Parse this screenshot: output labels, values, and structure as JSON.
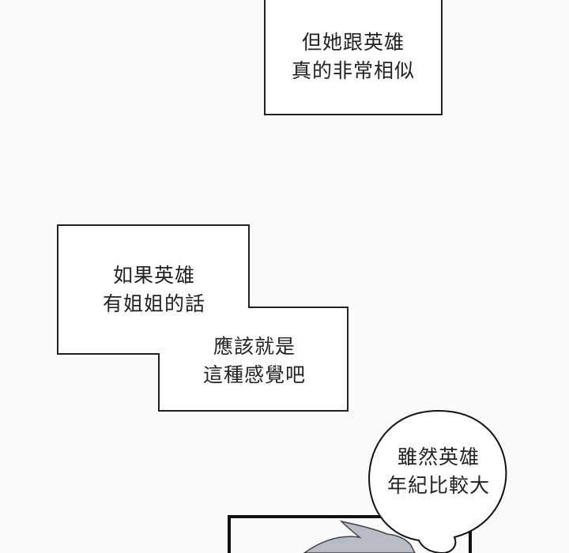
{
  "captions": [
    {
      "lines": [
        "但她跟英雄",
        "真的非常相似"
      ]
    },
    {
      "lines": [
        "如果英雄",
        "有姐姐的話"
      ]
    },
    {
      "lines": [
        "應該就是",
        "這種感覺吧"
      ]
    }
  ],
  "bubble": {
    "lines": [
      "雖然英雄",
      "年紀比較大"
    ]
  }
}
